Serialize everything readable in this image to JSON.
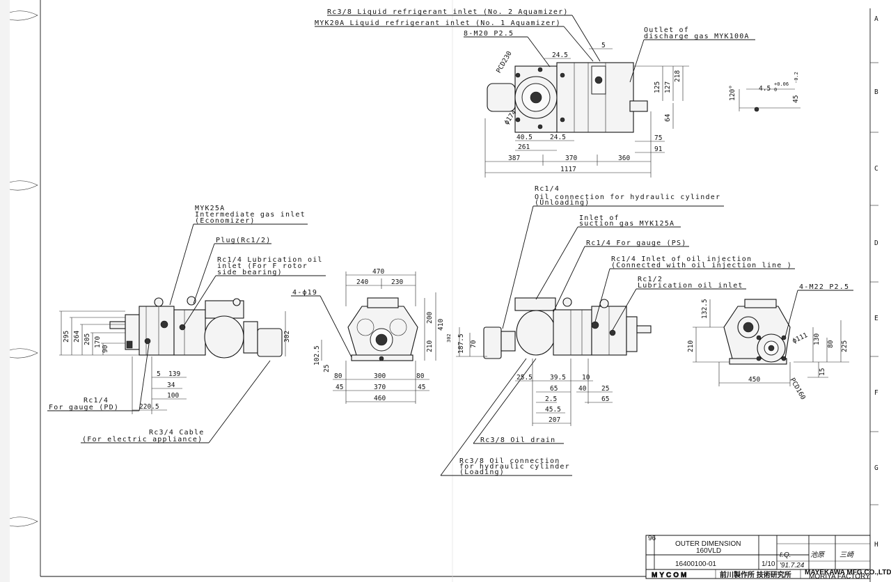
{
  "labels": {
    "rc38_liquid_2": "Rc3/8 Liquid refrigerant  inlet (No. 2 Aquamizer)",
    "myk20a": "MYK20A Liquid refrigerant  inlet (No. 1 Aquamizer)",
    "bolts_top": "8-M20 P2.5",
    "outlet_l1": "Outlet of",
    "outlet_l2": "discharge gas MYK100A",
    "myk25a_l1": "MYK25A",
    "myk25a_l2": "Intermediate gas inlet",
    "myk25a_l3": "(Economizer)",
    "plug": "Plug(Rc1/2)",
    "lub_l1": "Rc1/4 Lubrication oil",
    "lub_l2": "inlet (For F rotor",
    "lub_l3": "side bearing)",
    "bolt_holes": "4-ϕ19",
    "rc14_gauge_pd_l1": "Rc1/4",
    "rc14_gauge_pd_l2": "For gauge (PD)",
    "cable_l1": "Rc3/4 Cable",
    "cable_l2": "(For electric appliance)",
    "unload_l1": "Rc1/4",
    "unload_l2": "Oil connection for hydraulic cylinder",
    "unload_l3": "(Unloading)",
    "suction_l1": "Inlet of",
    "suction_l2": "suction gas MYK125A",
    "gauge_ps": "Rc1/4 For gauge (PS)",
    "oilinj_l1": "Rc1/4 Inlet of oil injection",
    "oilinj_l2": "(Connected with oil injection line )",
    "lubinlet_l1": "Rc1/2",
    "lubinlet_l2": "Lubrication oil inlet",
    "bolts_right": "4-M22 P2.5",
    "pcd230": "PCD230",
    "pcd160": "PCD160",
    "oil_drain": "Rc3/8 Oil drain",
    "loading_l1": "Rc3/8 Oil connection",
    "loading_l2": "for hydraulic cylinder",
    "loading_l3": "(Loading)",
    "phi174": "ϕ174",
    "phi111": "ϕ111",
    "angle": "120°"
  },
  "dims": {
    "top": [
      "5",
      "24.5",
      "125",
      "127",
      "218",
      "64",
      "40.5",
      "24.5",
      "261",
      "75",
      "91",
      "387",
      "370",
      "360",
      "1117"
    ],
    "key": [
      "4.5",
      "45"
    ],
    "key_tol": [
      "+0.06",
      "0",
      "-0.2"
    ],
    "left": [
      "295",
      "264",
      "205",
      "170",
      "90",
      "5",
      "139",
      "34",
      "100",
      "220.5",
      "302"
    ],
    "mid": [
      "470",
      "240",
      "230",
      "200",
      "410",
      "210",
      "102.5",
      "25",
      "80",
      "300",
      "80",
      "45",
      "370",
      "45",
      "460",
      "302"
    ],
    "right": [
      "187.5",
      "70",
      "25.5",
      "39.5",
      "10",
      "65",
      "40",
      "25",
      "2.5",
      "65",
      "45.5",
      "207"
    ],
    "far": [
      "132.5",
      "210",
      "130",
      "80",
      "225",
      "15",
      "450"
    ]
  },
  "title_block": {
    "title_l1": "OUTER DIMENSION",
    "title_l2": "160VLD",
    "drawing_no": "16400100-01",
    "scale": "1/10",
    "date": "'91.7.24",
    "brand": "MYCOM",
    "maker_jp": "前川製作所 技術研究所",
    "maker_en_l1": "MAYEKAWA MFG.CO.,LTD.",
    "maker_en_l2": "MORIYA FACTORY",
    "sig1": "ℓ.Q.",
    "sig2": "池原",
    "sig3": "三崎",
    "small_no": "96"
  },
  "zones": [
    "A",
    "B",
    "C",
    "D",
    "E",
    "F",
    "G",
    "H"
  ]
}
